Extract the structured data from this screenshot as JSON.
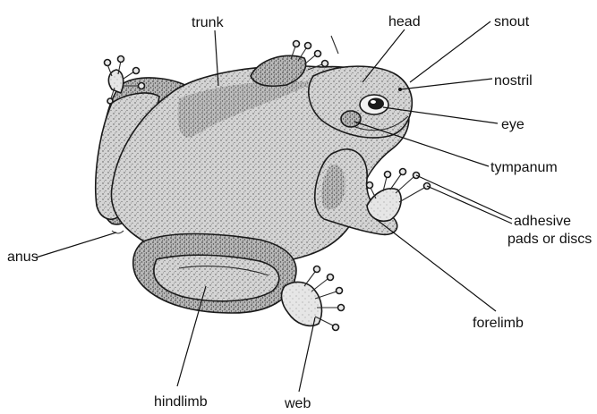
{
  "diagram": {
    "labels": {
      "trunk": "trunk",
      "head": "head",
      "snout": "snout",
      "nostril": "nostril",
      "eye": "eye",
      "tympanum": "tympanum",
      "adhesive_line1": "adhesive",
      "adhesive_line2": "pads or discs",
      "anus": "anus",
      "forelimb": "forelimb",
      "hindlimb": "hindlimb",
      "web": "web"
    },
    "colors": {
      "ink": "#111111",
      "body_fill": "#cfcfcf",
      "limb_fill": "#bdbdbd",
      "shadow_fill": "#9a9a9a",
      "background": "#ffffff"
    }
  }
}
